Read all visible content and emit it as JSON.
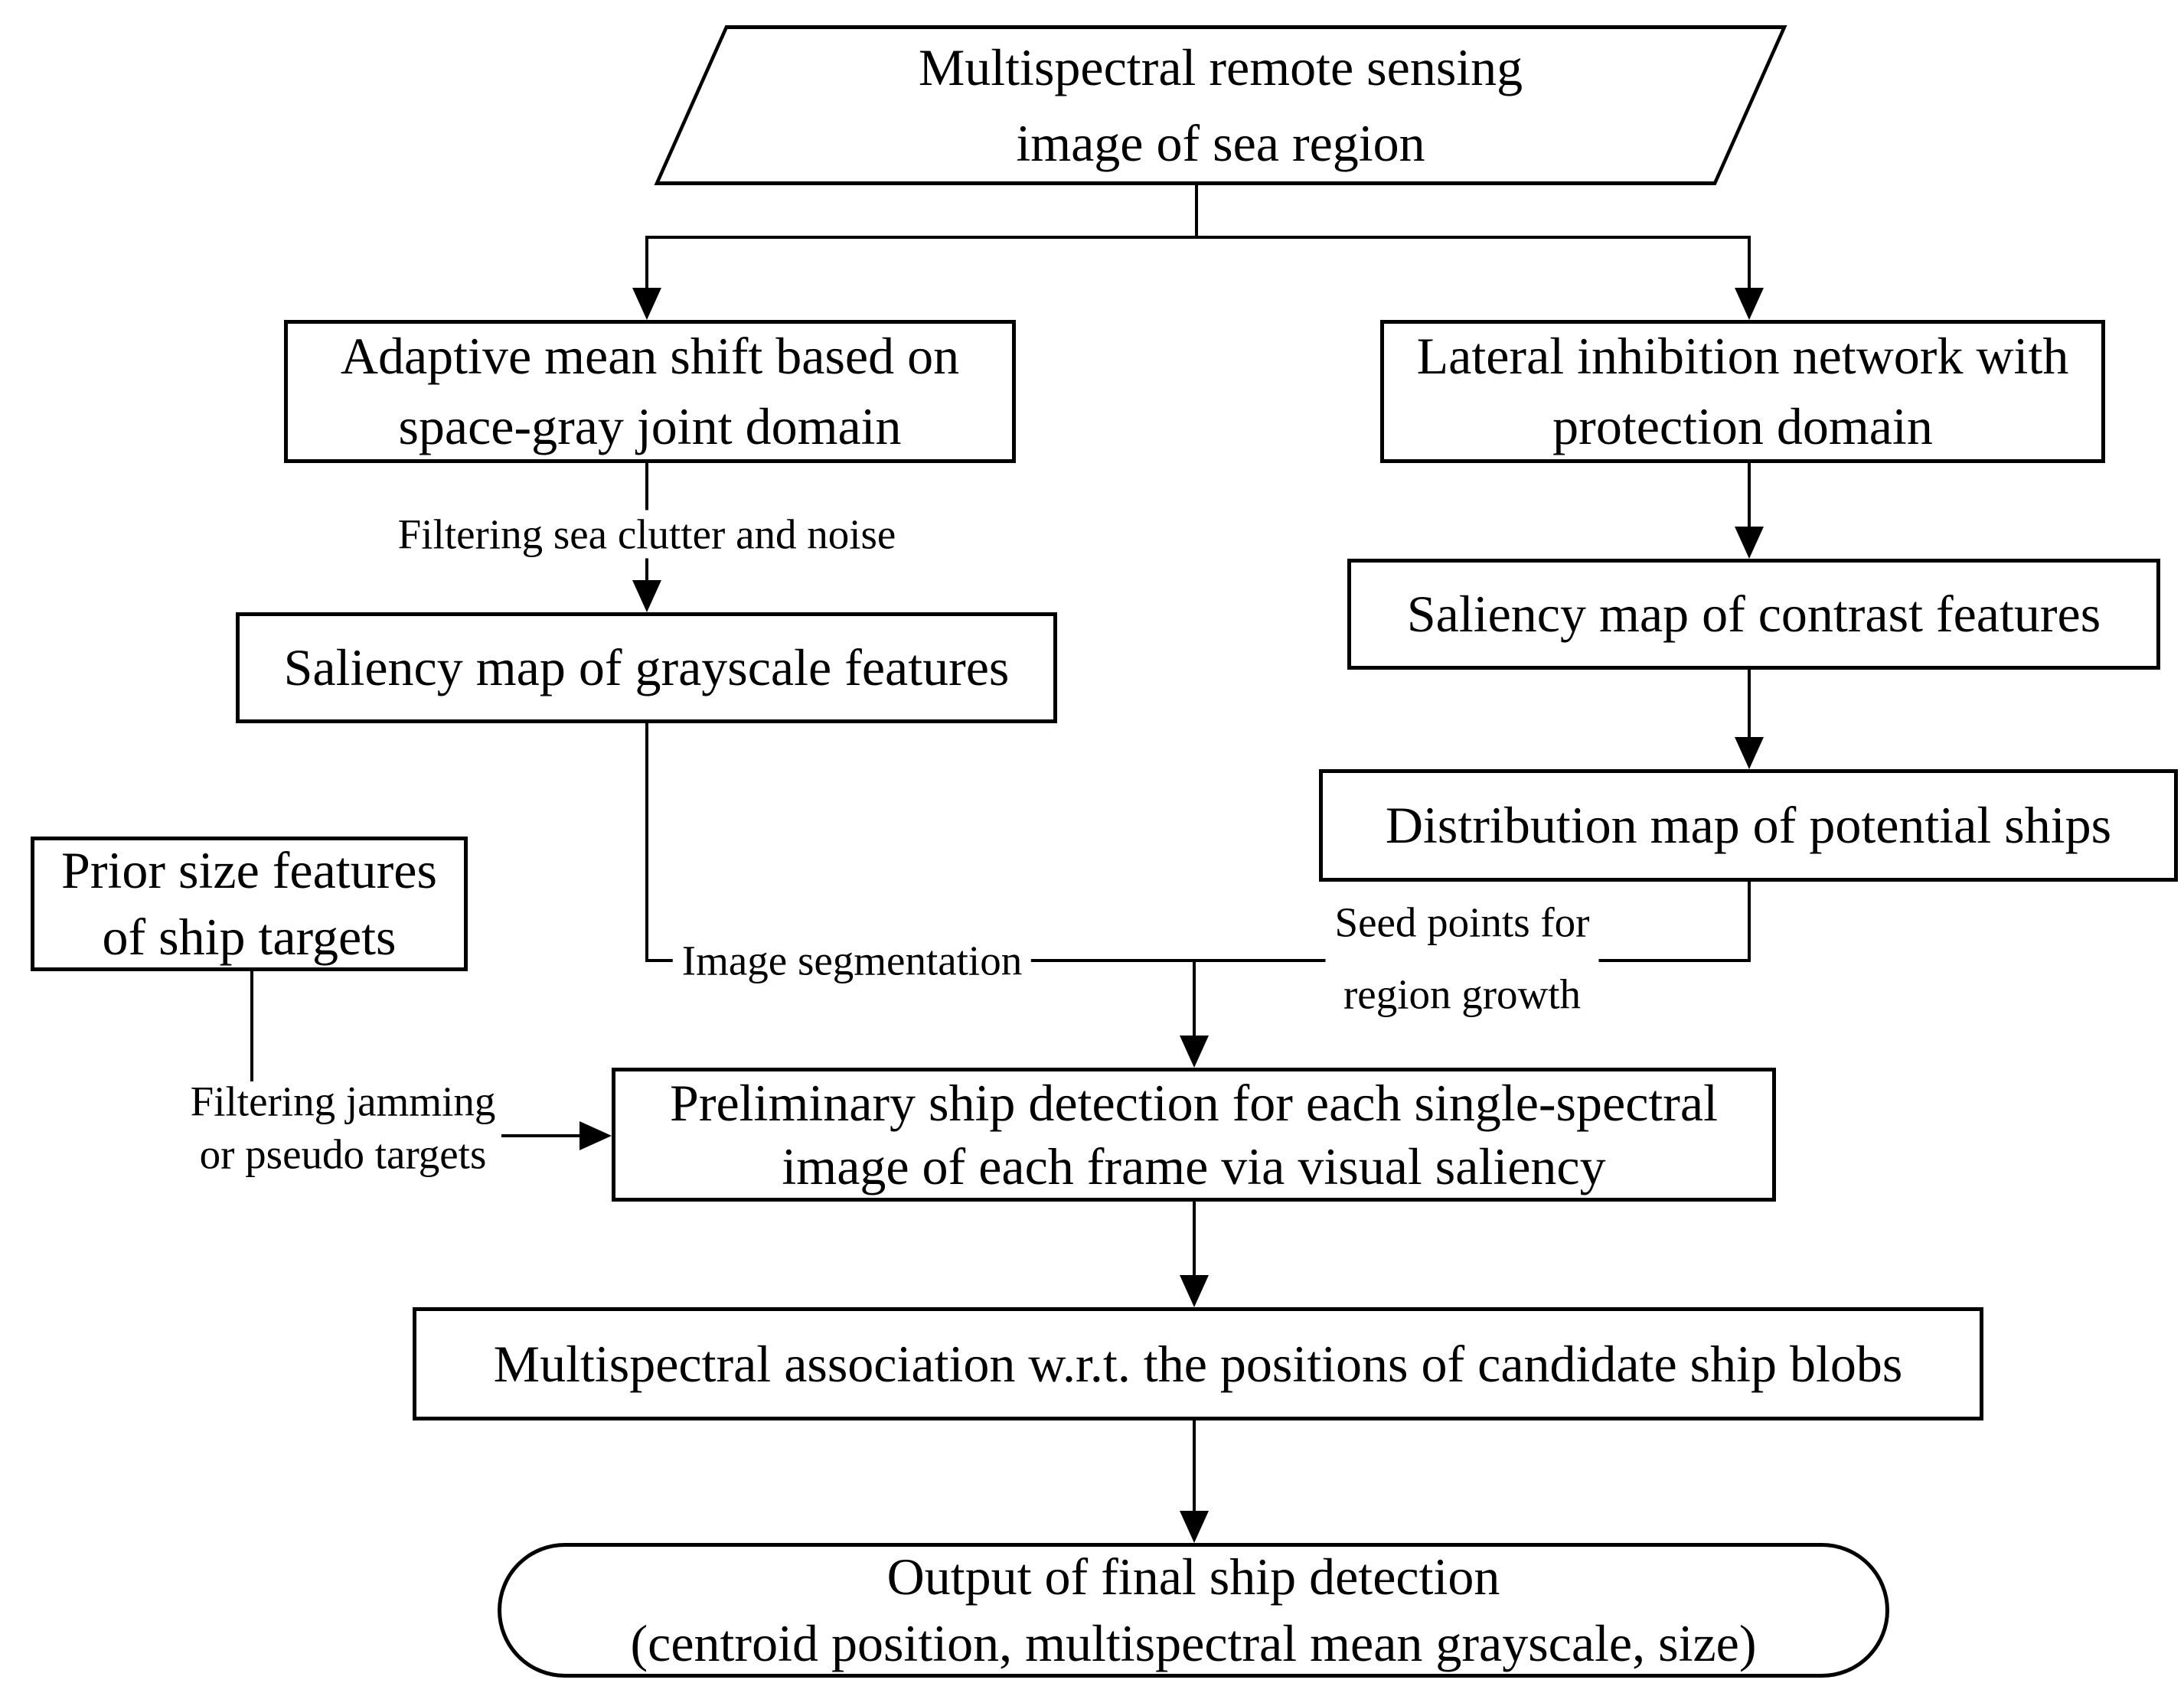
{
  "diagram": {
    "colors": {
      "ink": "#000000",
      "background": "#ffffff"
    },
    "nodes": {
      "input": {
        "shape": "parallelogram",
        "line1": "Multispectral remote sensing",
        "line2": "image of sea region"
      },
      "adaptive": {
        "shape": "rect",
        "line1": "Adaptive mean shift based on",
        "line2": "space-gray joint domain"
      },
      "lateral": {
        "shape": "rect",
        "line1": "Lateral inhibition network with",
        "line2": "protection domain"
      },
      "saliency_gray": {
        "shape": "rect",
        "line1": "Saliency map of grayscale features"
      },
      "saliency_contrast": {
        "shape": "rect",
        "line1": "Saliency map of contrast features"
      },
      "distribution": {
        "shape": "rect",
        "line1": "Distribution map of potential ships"
      },
      "prior": {
        "shape": "rect",
        "line1": "Prior size features",
        "line2": "of ship targets"
      },
      "preliminary": {
        "shape": "rect",
        "line1": "Preliminary ship detection for each single-spectral",
        "line2": "image of each frame via visual saliency"
      },
      "association": {
        "shape": "rect",
        "line1": "Multispectral association w.r.t. the positions of candidate ship blobs"
      },
      "output": {
        "shape": "stadium",
        "line1": "Output of final ship detection",
        "line2": "(centroid position, multispectral mean grayscale, size)"
      }
    },
    "edge_labels": {
      "filtering_sea": "Filtering sea clutter and noise",
      "image_segmentation": "Image segmentation",
      "seed_points_line1": "Seed points for",
      "seed_points_line2": "region growth",
      "filtering_jamming_line1": "Filtering jamming",
      "filtering_jamming_line2": "or pseudo targets"
    }
  }
}
